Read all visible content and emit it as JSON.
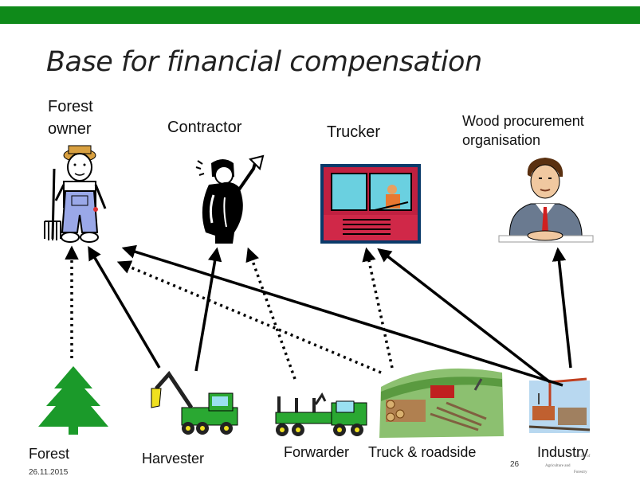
{
  "header": {
    "title": "Base for financial compensation"
  },
  "actors": {
    "forest_owner_line1": "Forest",
    "forest_owner_line2": "owner",
    "contractor": "Contractor",
    "trucker": "Trucker",
    "wood_line1": "Wood procurement",
    "wood_line2": "organisation"
  },
  "sources": {
    "forest": "Forest",
    "harvester": "Harvester",
    "forwarder": "Forwarder",
    "truck_roadside": "Truck & roadside",
    "industry": "Industry"
  },
  "footer": {
    "date": "26.11.2015",
    "page": "26"
  },
  "logo_text": "FACULTY OF AGRICULTURE AND FORESTRY",
  "colors": {
    "bar": "#0f8a1a",
    "tree": "#1b9a2a",
    "machine": "#2aa832"
  }
}
